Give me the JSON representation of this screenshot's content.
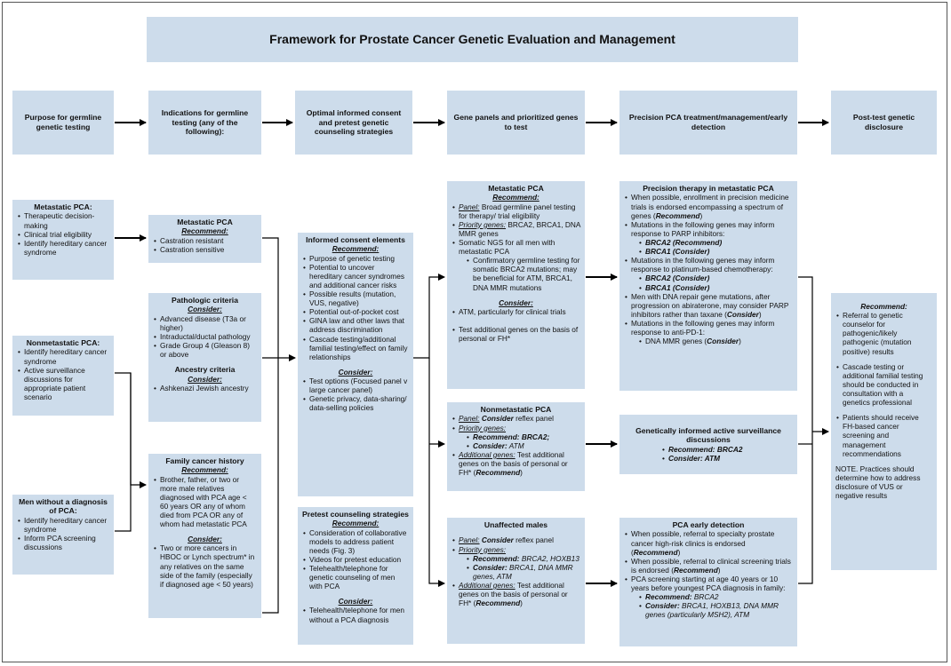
{
  "title": "Framework for Prostate Cancer Genetic Evaluation and Management",
  "headers": [
    "Purpose for germline genetic testing",
    "Indications for germline testing (any of the following):",
    "Optimal informed consent and pretest genetic counseling strategies",
    "Gene panels and prioritized genes to test",
    "Precision PCA treatment/management/early detection",
    "Post-test genetic disclosure"
  ],
  "purpose": {
    "metastatic": {
      "title": "Metastatic PCA:",
      "items": [
        "Therapeutic decision-making",
        "Clinical trial eligibility",
        "Identify hereditary cancer syndrome"
      ]
    },
    "nonmetastatic": {
      "title": "Nonmetastatic PCA:",
      "items": [
        "Identify hereditary cancer syndrome",
        "Active surveillance discussions for appropriate patient scenario"
      ]
    },
    "no_diagnosis": {
      "title": "Men without a diagnosis of PCA:",
      "items": [
        "Identify hereditary cancer syndrome",
        "Inform PCA screening discussions"
      ]
    }
  },
  "indications": {
    "metastatic": {
      "title": "Metastatic PCA",
      "sub": "Recommend:",
      "items": [
        "Castration resistant",
        "Castration sensitive"
      ]
    },
    "pathologic": {
      "title": "Pathologic criteria",
      "sub": "Consider:",
      "items": [
        "Advanced disease (T3a or higher)",
        "Intraductal/ductal pathology",
        "Grade Group 4 (Gleason 8) or above"
      ],
      "title2": "Ancestry criteria",
      "sub2": "Consider:",
      "items2": [
        "Ashkenazi Jewish ancestry"
      ]
    },
    "family": {
      "title": "Family cancer history",
      "sub": "Recommend:",
      "items": [
        "Brother, father, or two or more male relatives diagnosed with PCA age < 60 years OR any of whom died from PCA OR any of whom had metastatic PCA"
      ],
      "sub2": "Consider:",
      "items2": [
        "Two or more cancers in HBOC or Lynch spectrum* in any relatives on the same side of the family (especially if diagnosed age < 50 years)"
      ]
    }
  },
  "consent": {
    "title": "Informed consent elements",
    "sub": "Recommend:",
    "items": [
      "Purpose of genetic testing",
      "Potential to uncover hereditary cancer syndromes and additional cancer risks",
      "Possible results (mutation, VUS, negative)",
      "Potential out-of-pocket cost",
      "GINA law and other laws that address discrimination",
      "Cascade testing/additional familial testing/effect on family relationships"
    ],
    "sub2": "Consider:",
    "items2": [
      "Test options (Focused panel v large cancer panel)",
      "Genetic privacy, data-sharing/ data-selling policies"
    ]
  },
  "pretest": {
    "title": "Pretest counseling strategies",
    "sub": "Recommend:",
    "items": [
      "Consideration of collaborative models to address patient needs (Fig. 3)",
      "Videos for pretest education",
      "Telehealth/telephone for genetic counseling of men with PCA"
    ],
    "sub2": "Consider:",
    "items2": [
      "Telehealth/telephone for men without a PCA diagnosis"
    ]
  },
  "panels": {
    "metastatic": {
      "title": "Metastatic PCA",
      "sub": "Recommend:",
      "panel_label": "Panel:",
      "panel_text": " Broad germline panel testing for therapy/ trial eligibility",
      "priority_label": "Priority genes:",
      "priority_text": " BRCA2, BRCA1, DNA MMR genes",
      "somatic": "Somatic NGS for all men with metastatic PCA",
      "confirm": "Confirmatory germline testing for somatic BRCA2 mutations; may be beneficial for ATM, BRCA1, DNA MMR mutations",
      "sub2": "Consider:",
      "atm": "ATM, particularly for clinical trials",
      "additional": "Test additional genes on the basis of personal or FH*"
    },
    "nonmetastatic": {
      "title": "Nonmetastatic PCA",
      "panel_label": "Panel:",
      "panel_consider": " Consider",
      "panel_text": " reflex panel",
      "priority_label": "Priority genes:",
      "rec_label": "Recommend:",
      "rec_text": " BRCA2;",
      "con_label": "Consider:",
      "con_text": "  ATM",
      "add_label": "Additional genes:",
      "add_text": " Test additional genes on the basis of personal or FH* (",
      "add_rec": "Recommend",
      "add_end": ")"
    },
    "unaffected": {
      "title": "Unaffected males",
      "panel_label": "Panel:",
      "panel_consider": " Consider",
      "panel_text": " reflex panel",
      "priority_label": "Priority genes:",
      "rec_label": "Recommend:",
      "rec_text": " BRCA2, HOXB13",
      "con_label": "Consider:",
      "con_text": " BRCA1, DNA MMR genes, ATM",
      "add_label": "Additional genes:",
      "add_text": " Test additional genes on the basis of personal or FH* (",
      "add_rec": "Recommend",
      "add_end": ")"
    }
  },
  "precision": {
    "therapy": {
      "title": "Precision therapy in metastatic PCA",
      "i1": "When possible, enrollment in precision medicine trials is endorsed encompassing a spectrum of genes (",
      "i1b": "Recommend",
      "i1c": ")",
      "i2": "Mutations in the following genes may inform response to PARP inhibitors:",
      "i2a": "BRCA2 (Recommend)",
      "i2b": "BRCA1 (Consider)",
      "i3": "Mutations in the following genes may inform response to platinum-based chemotherapy:",
      "i3a": "BRCA2 (Consider)",
      "i3b": "BRCA1 (Consider)",
      "i4": "Men with DNA repair gene mutations, after progression on abiraterone, may consider PARP inhibitors rather than taxane (",
      "i4b": "Consider",
      "i4c": ")",
      "i5": "Mutations in the following genes may inform response to anti-PD-1:",
      "i5a": "DNA MMR genes (",
      "i5b": "Consider",
      "i5c": ")"
    },
    "surveillance": {
      "title": "Genetically informed active surveillance discussions",
      "rec_label": "Recommend:",
      "rec_text": " BRCA2",
      "con_label": "Consider:",
      "con_text": " ATM"
    },
    "early": {
      "title": "PCA early detection",
      "i1": "When possible, referral to specialty prostate cancer high-risk clinics is endorsed (",
      "i1b": "Recommend",
      "i1c": ")",
      "i2": "When possible, referral to clinical screening trials is endorsed (",
      "i2b": "Recommend",
      "i2c": ")",
      "i3": "PCA screening starting at age 40 years or 10 years before youngest PCA diagnosis in family:",
      "rec_label": "Recommend:",
      "rec_text": " BRCA2",
      "con_label": "Consider:",
      "con_text": " BRCA1, HOXB13, DNA MMR genes (particularly MSH2), ATM"
    }
  },
  "disclosure": {
    "sub": "Recommend:",
    "items": [
      "Referral to genetic counselor for pathogenic/likely pathogenic (mutation positive) results",
      "Cascade testing or additional familial testing should be conducted in consultation with a genetics professional",
      "Patients should receive FH-based cancer screening and management recommendations"
    ],
    "note": "NOTE. Practices should determine how to address disclosure of VUS or negative results"
  }
}
